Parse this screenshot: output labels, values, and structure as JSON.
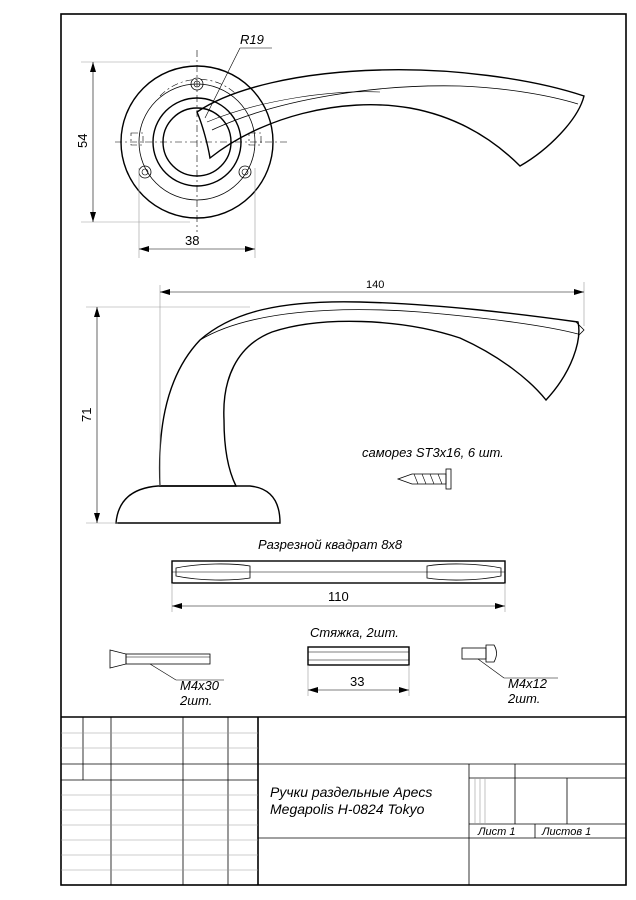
{
  "front_view": {
    "radius_label": "R19",
    "height_label": "54",
    "width_label": "38"
  },
  "side_view": {
    "length_label": "140",
    "height_label": "71"
  },
  "screw": {
    "label": "саморез ST3x16, 6 шт."
  },
  "square_spindle": {
    "label": "Разрезной квадрат 8x8",
    "length_label": "110"
  },
  "bolt": {
    "label": "M4x30",
    "qty": "2шт."
  },
  "coupler": {
    "label": "Стяжка, 2шт.",
    "length_label": "33"
  },
  "short_bolt": {
    "label": "M4x12",
    "qty": "2шт."
  },
  "title_block": {
    "title_line1": "Ручки раздельные Apecs",
    "title_line2": "Megapolis H-0824 Tokyo",
    "sheet": "Лист 1",
    "sheets": "Листов 1"
  }
}
